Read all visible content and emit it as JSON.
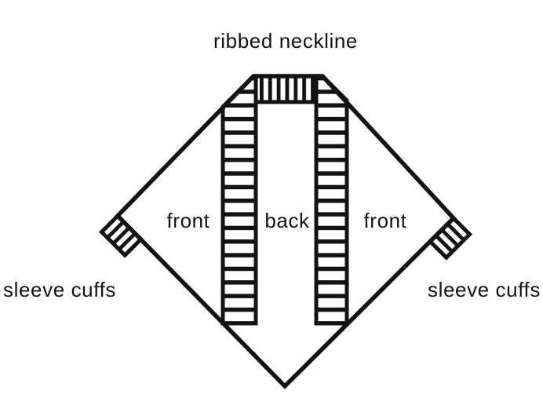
{
  "colors": {
    "ink": "#131313",
    "background": "#ffffff"
  },
  "diagram": {
    "labels": {
      "neckline": "ribbed neckline",
      "front_left": "front",
      "back": "back",
      "front_right": "front",
      "sleeve_cuffs_left": "sleeve cuffs",
      "sleeve_cuffs_right": "sleeve cuffs"
    }
  }
}
